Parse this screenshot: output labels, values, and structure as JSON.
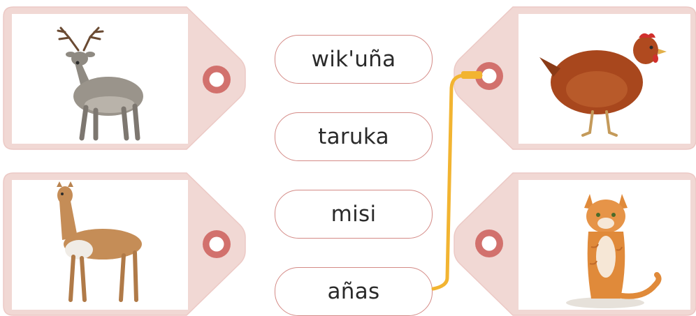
{
  "exercise": {
    "words": [
      "wik'uña",
      "taruka",
      "misi",
      "añas"
    ],
    "animals": [
      "deer",
      "vicuna",
      "hen",
      "cat"
    ],
    "connection": {
      "word": "añas",
      "animal": "hen"
    }
  },
  "colors": {
    "tag_fill": "#f1d8d4",
    "tag_stroke": "#ecc9c5",
    "ring": "#d2716d",
    "word_border": "#d48a86",
    "connector": "#f2b431"
  }
}
